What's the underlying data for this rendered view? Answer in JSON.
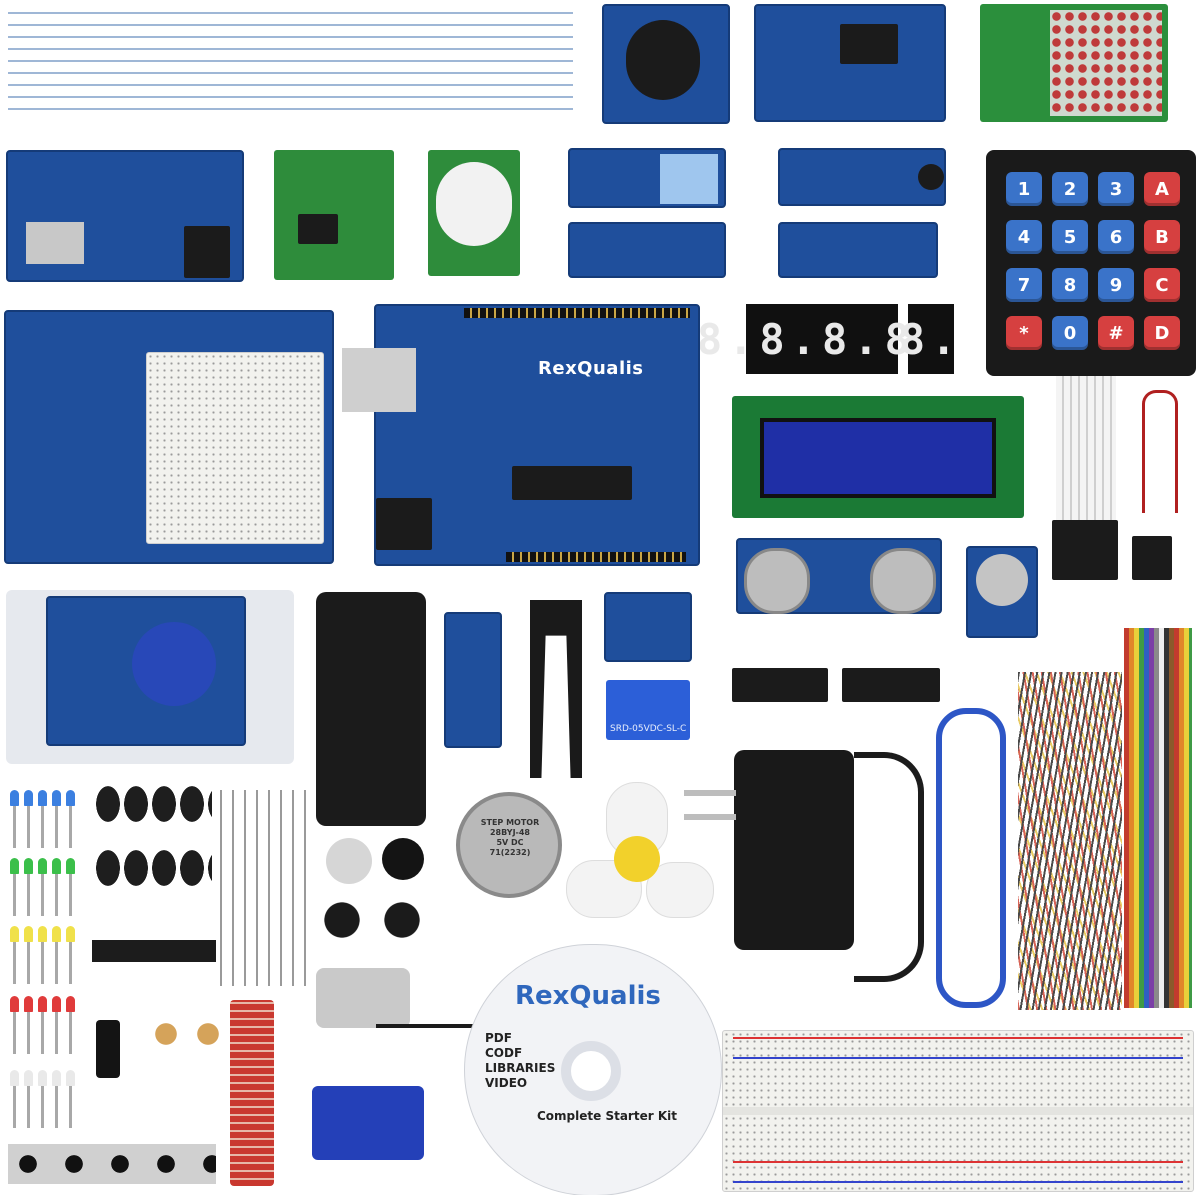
{
  "product": {
    "board_brand": "RexQualis",
    "cd_brand": "RexQualis",
    "cd_lines": [
      "PDF",
      "CODF",
      "LIBRARIES",
      "VIDEO"
    ],
    "cd_title": "Complete Starter Kit"
  },
  "keypad": {
    "keys": [
      "1",
      "2",
      "3",
      "A",
      "4",
      "5",
      "6",
      "B",
      "7",
      "8",
      "9",
      "C",
      "*",
      "0",
      "#",
      "D"
    ]
  },
  "seven_segment": {
    "four_digit": "8.8.8.8.",
    "single_digit": "8."
  },
  "stepper_motor_label": [
    "STEP MOTOR",
    "28BYJ-48",
    "5V DC",
    "71(2232)"
  ],
  "relay_label": [
    "SRD-05VDC-SL-C"
  ],
  "colors": {
    "pcb_blue": "#1f4f9c",
    "keypad_blue": "#3a73c9",
    "keypad_red": "#d64040",
    "brand_blue": "#2f67bd"
  }
}
